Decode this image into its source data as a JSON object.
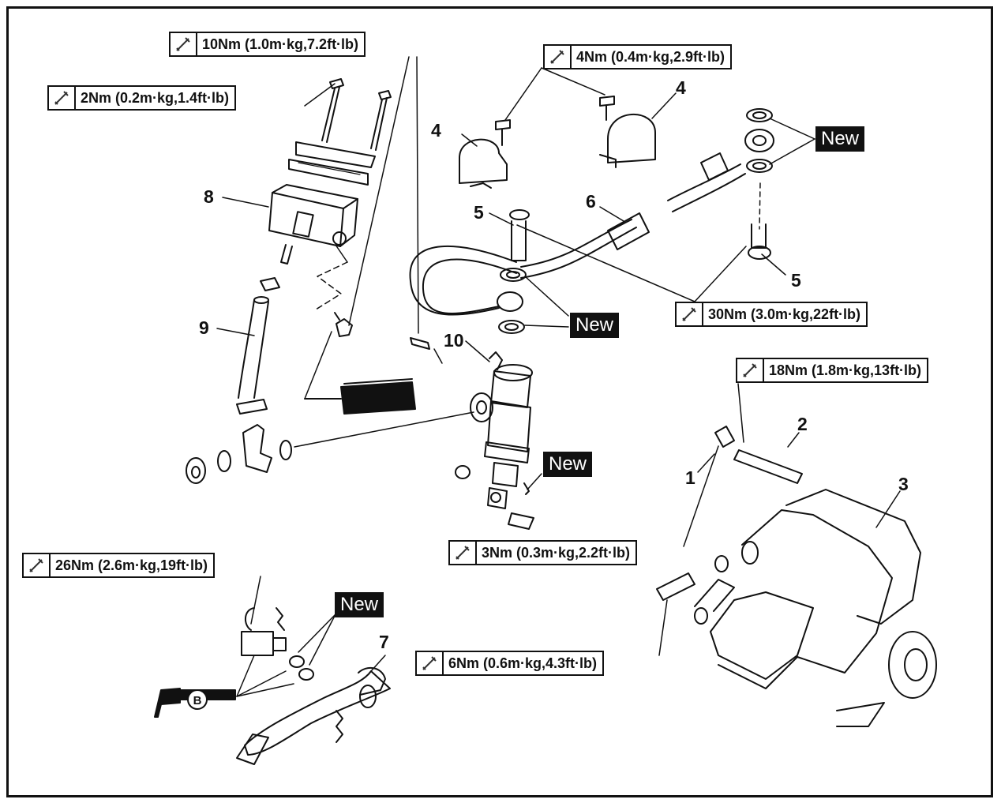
{
  "torque_specs": {
    "t10": "10Nm (1.0m·kg,7.2ft·lb)",
    "t2": "2Nm (0.2m·kg,1.4ft·lb)",
    "t4": "4Nm (0.4m·kg,2.9ft·lb)",
    "t30": "30Nm (3.0m·kg,22ft·lb)",
    "t18": "18Nm (1.8m·kg,13ft·lb)",
    "t3": "3Nm (0.3m·kg,2.2ft·lb)",
    "t26": "26Nm (2.6m·kg,19ft·lb)",
    "t6": "6Nm (0.6m·kg,4.3ft·lb)"
  },
  "new_label": "New",
  "grease_symbol": "B",
  "part_numbers": {
    "p1": "1",
    "p2": "2",
    "p3": "3",
    "p4a": "4",
    "p4b": "4",
    "p5a": "5",
    "p5b": "5",
    "p6": "6",
    "p7": "7",
    "p8": "8",
    "p9": "9",
    "p10": "10"
  }
}
